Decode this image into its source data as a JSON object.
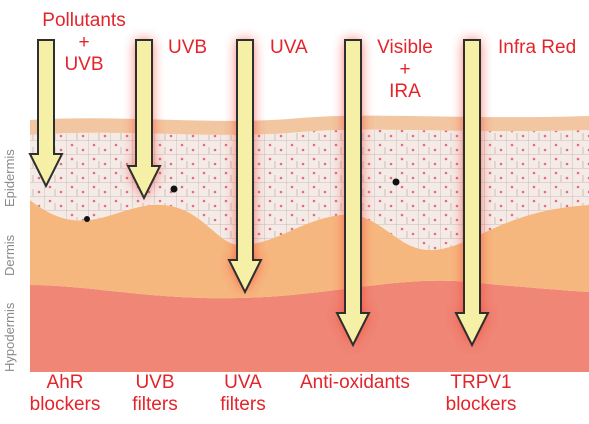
{
  "colors": {
    "label_red": "#e4242b",
    "arrow_fill": "#f5f0a6",
    "arrow_stroke": "#2f2f2f",
    "surface": "#f2c6a0",
    "epidermis": "#f3e9e4",
    "dermis": "#f6b77f",
    "hypodermis": "#ef8676",
    "glow": "#f3372c"
  },
  "radiation_labels": {
    "pollutants_uvb": [
      "Pollutants",
      "+",
      "UVB"
    ],
    "uvb": "UVB",
    "uva": "UVA",
    "visible_ira": [
      "Visible",
      "+",
      "IRA"
    ],
    "infra_red": "Infra Red"
  },
  "layer_labels": {
    "epidermis": "Epidermis",
    "dermis": "Dermis",
    "hypodermis": "Hypodermis"
  },
  "protection_labels": {
    "ahr_blockers": [
      "AhR",
      "blockers"
    ],
    "uvb_filters": [
      "UVB",
      "filters"
    ],
    "uva_filters": [
      "UVA",
      "filters"
    ],
    "anti_oxidants": "Anti-oxidants",
    "trpv1_blockers": [
      "TRPV1",
      "blockers"
    ]
  }
}
